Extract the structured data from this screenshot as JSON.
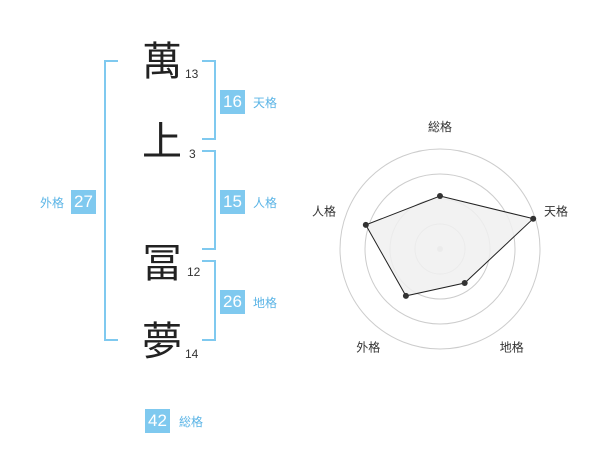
{
  "name": {
    "chars": [
      {
        "char": "萬",
        "strokes": "13"
      },
      {
        "char": "上",
        "strokes": "3"
      },
      {
        "char": "冨",
        "strokes": "12"
      },
      {
        "char": "夢",
        "strokes": "14"
      }
    ]
  },
  "kaku": {
    "tenkaku": {
      "value": "16",
      "label": "天格"
    },
    "jinkaku": {
      "value": "15",
      "label": "人格"
    },
    "chikaku": {
      "value": "26",
      "label": "地格"
    },
    "gaikaku": {
      "value": "27",
      "label": "外格"
    },
    "soukaku": {
      "value": "42",
      "label": "総格"
    }
  },
  "chart_data": {
    "type": "radar",
    "axes": [
      "総格",
      "天格",
      "地格",
      "外格",
      "人格"
    ],
    "values": [
      0.53,
      0.98,
      0.42,
      0.58,
      0.78
    ],
    "range": [
      0,
      1
    ],
    "rings": 4,
    "colors": {
      "fill": "#f0f0f0",
      "line": "#222222",
      "ring": "#cccccc"
    }
  }
}
